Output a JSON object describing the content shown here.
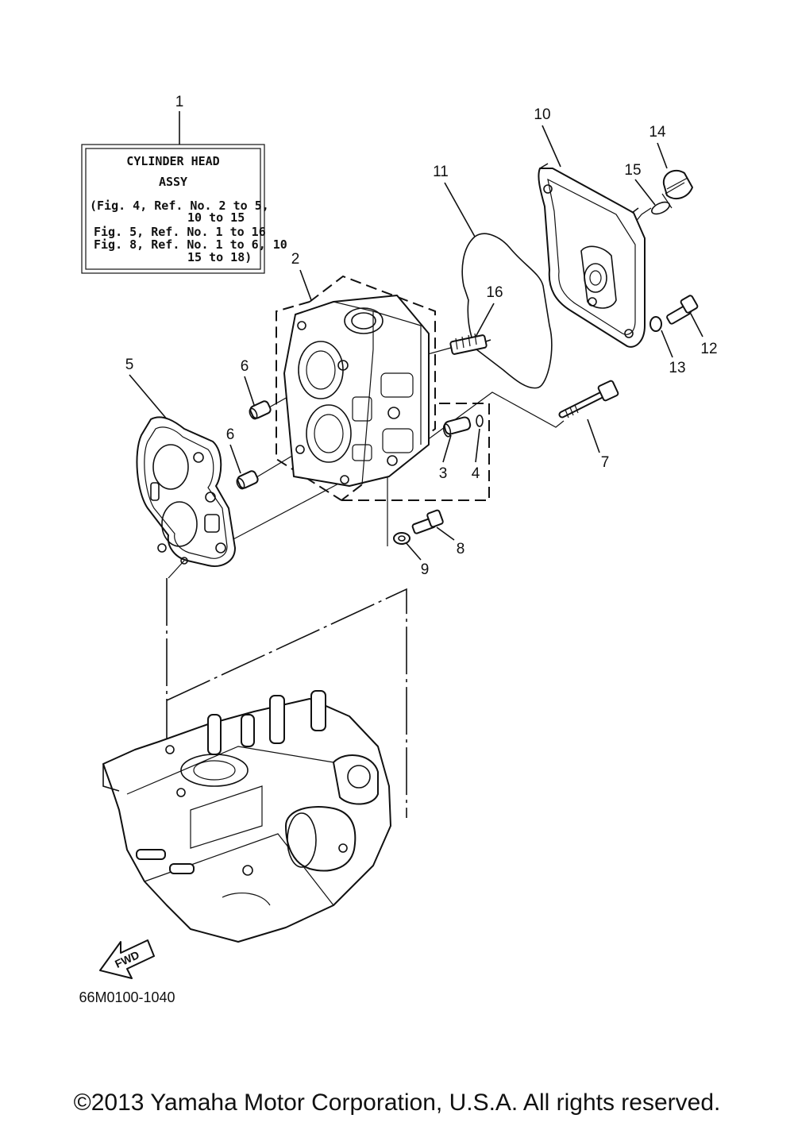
{
  "diagram_code": "66M0100-1040",
  "copyright": "©2013 Yamaha Motor Corporation, U.S.A. All rights reserved.",
  "fwd_label": "FWD",
  "assy_box": {
    "line1": "CYLINDER HEAD",
    "line2": "ASSY",
    "line3": "(Fig. 4, Ref. No. 2 to 5,",
    "line4": "10 to 15",
    "line5": "Fig. 5, Ref. No. 1 to 16",
    "line6": "Fig. 8, Ref. No. 1 to 6, 10",
    "line7": "15 to 18)"
  },
  "callouts": {
    "c1": "1",
    "c2": "2",
    "c3": "3",
    "c4": "4",
    "c5": "5",
    "c6a": "6",
    "c6b": "6",
    "c7": "7",
    "c8": "8",
    "c9": "9",
    "c10": "10",
    "c11": "11",
    "c12": "12",
    "c13": "13",
    "c14": "14",
    "c15": "15",
    "c16": "16"
  }
}
